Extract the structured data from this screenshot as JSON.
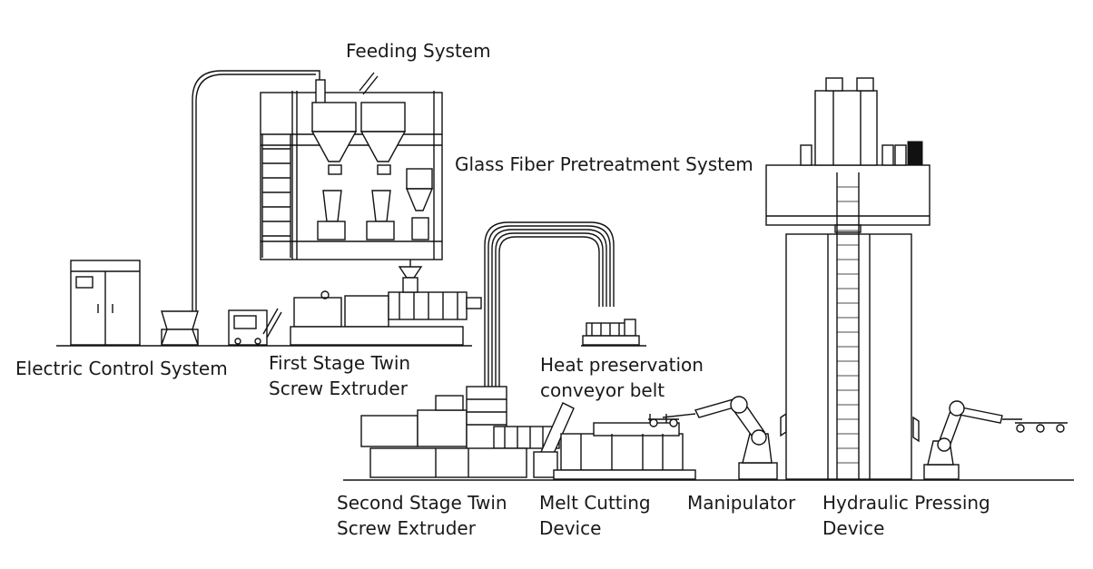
{
  "labels": {
    "feeding_system": "Feeding System",
    "glass_fiber_pretreatment": "Glass Fiber Pretreatment System",
    "electric_control": "Electric Control System",
    "first_stage_line1": "First Stage Twin",
    "first_stage_line2": "Screw Extruder",
    "heat_preservation_line1": "Heat preservation",
    "heat_preservation_line2": "conveyor belt",
    "second_stage_line1": "Second Stage Twin",
    "second_stage_line2": "Screw Extruder",
    "melt_cutting_line1": "Melt Cutting",
    "melt_cutting_line2": "Device",
    "manipulator": "Manipulator",
    "hydraulic_line1": "Hydraulic Pressing",
    "hydraulic_line2": "Device"
  },
  "colors": {
    "line": "#111111",
    "background": "#ffffff",
    "text": "#1a1a1a"
  }
}
